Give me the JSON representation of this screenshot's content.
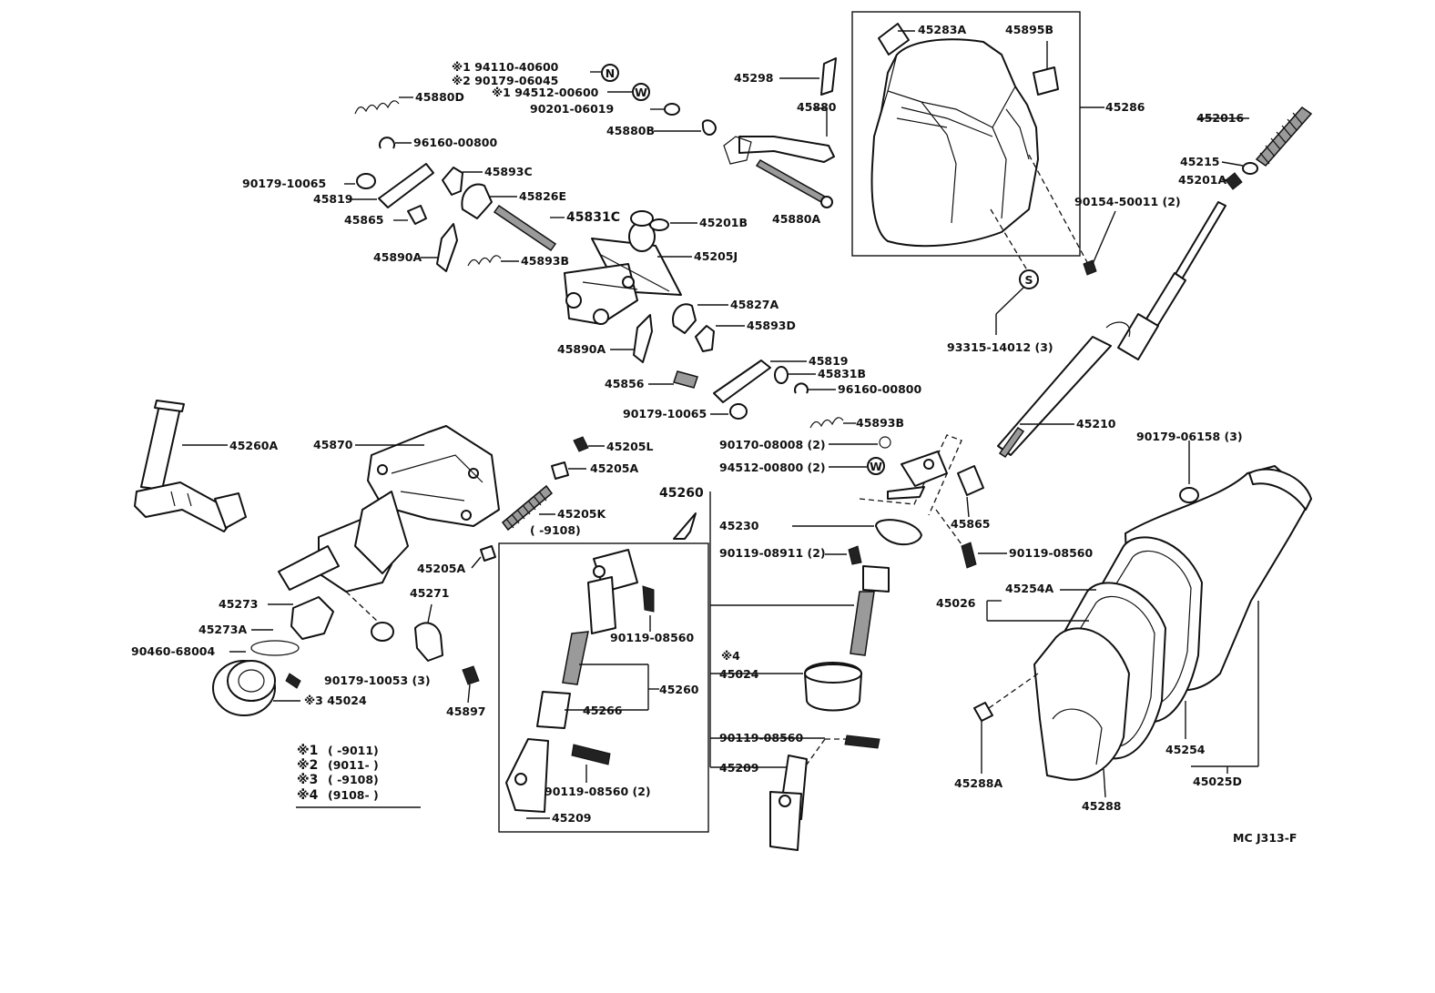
{
  "diagram_code": "MC J313-F",
  "symbols": {
    "n": "N",
    "w": "W",
    "s": "S"
  },
  "labels": {
    "l94110": "※1 94110-40600",
    "l90179_06045": "※2 90179-06045",
    "l94512_top": "※1 94512-00600",
    "l90201": "90201-06019",
    "l45880D": "45880D",
    "l96160_a": "96160-00800",
    "l90179_10065_a": "90179-10065",
    "l45819_a": "45819",
    "l45893C": "45893C",
    "l45826E": "45826E",
    "l45865_a": "45865",
    "l45831C": "45831C",
    "l45890A_a": "45890A",
    "l45893B_a": "45893B",
    "l45201B": "45201B",
    "l45205J": "45205J",
    "l45827A": "45827A",
    "l45893D": "45893D",
    "l45890A_b": "45890A",
    "l45856": "45856",
    "l45819_b": "45819",
    "l45831B": "45831B",
    "l96160_b": "96160-00800",
    "l90179_10065_b": "90179-10065",
    "l45893B_b": "45893B",
    "l45298": "45298",
    "l45880B": "45880B",
    "l45880": "45880",
    "l45880A": "45880A",
    "l45283A": "45283A",
    "l45895B": "45895B",
    "l45286": "45286",
    "l452016": "452016",
    "l45215": "45215",
    "l45201A": "45201A",
    "l90154": "90154-50011 (2)",
    "l93315": "93315-14012 (3)",
    "l45210": "45210",
    "l45260A": "45260A",
    "l45870": "45870",
    "l45205L": "45205L",
    "l45205A_a": "45205A",
    "l45205K": "45205K",
    "l9108": "( -9108)",
    "l45205A_b": "45205A",
    "l45273": "45273",
    "l45271": "45271",
    "l45273A": "45273A",
    "l90460": "90460-68004",
    "l90179_10053": "90179-10053 (3)",
    "l45024_a": "※3 45024",
    "l45897": "45897",
    "l45260_a": "45260",
    "l90119_08560_a": "90119-08560",
    "l45260_b": "45260",
    "l45266": "45266",
    "l90119_08560_2": "90119-08560 (2)",
    "l45209_a": "45209",
    "l90170": "90170-08008 (2)",
    "l94512_b": "94512-00800 (2)",
    "l45230": "45230",
    "l90119_08911": "90119-08911 (2)",
    "l4mark": "※4",
    "l45024_b": "45024",
    "l90119_08560_b": "90119-08560",
    "l45209_b": "45209",
    "l45865_b": "45865",
    "l90119_08560_c": "90119-08560",
    "l90179_06158": "90179-06158 (3)",
    "l45026": "45026",
    "l45254A": "45254A",
    "l45254": "45254",
    "l45025D": "45025D",
    "l45288A": "45288A",
    "l45288": "45288"
  },
  "legend": [
    {
      "mark": "※1",
      "range": "( -9011)"
    },
    {
      "mark": "※2",
      "range": "(9011- )"
    },
    {
      "mark": "※3",
      "range": "( -9108)"
    },
    {
      "mark": "※4",
      "range": "(9108- )"
    }
  ]
}
